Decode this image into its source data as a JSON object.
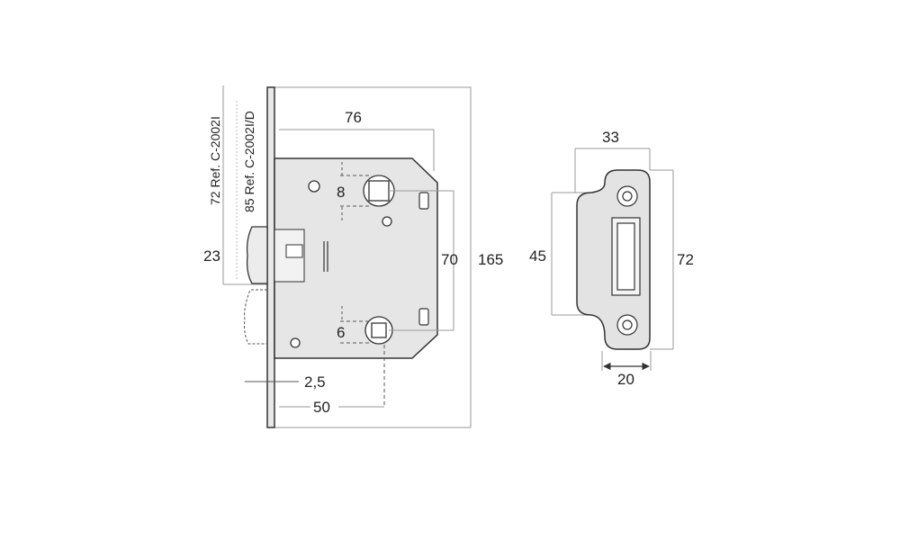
{
  "colors": {
    "background": "#ffffff",
    "line": "#333333",
    "dim_line": "#9a9a9a",
    "plate_fill": "#e6e6e6",
    "strike_fill": "#e3e3e3"
  },
  "lock_body": {
    "ref_72": "72 Ref. C-2002I",
    "ref_85": "85 Ref. C-2002I/D",
    "dims": {
      "width": "76",
      "small_hole": "8",
      "hole_spacing": "70",
      "total_height": "165",
      "latch": "23",
      "lower_hole": "6",
      "faceplate_thickness": "2,5",
      "backset": "50"
    }
  },
  "strike_plate": {
    "dims": {
      "width": "33",
      "inner_height": "45",
      "height": "72",
      "depth": "20"
    }
  }
}
